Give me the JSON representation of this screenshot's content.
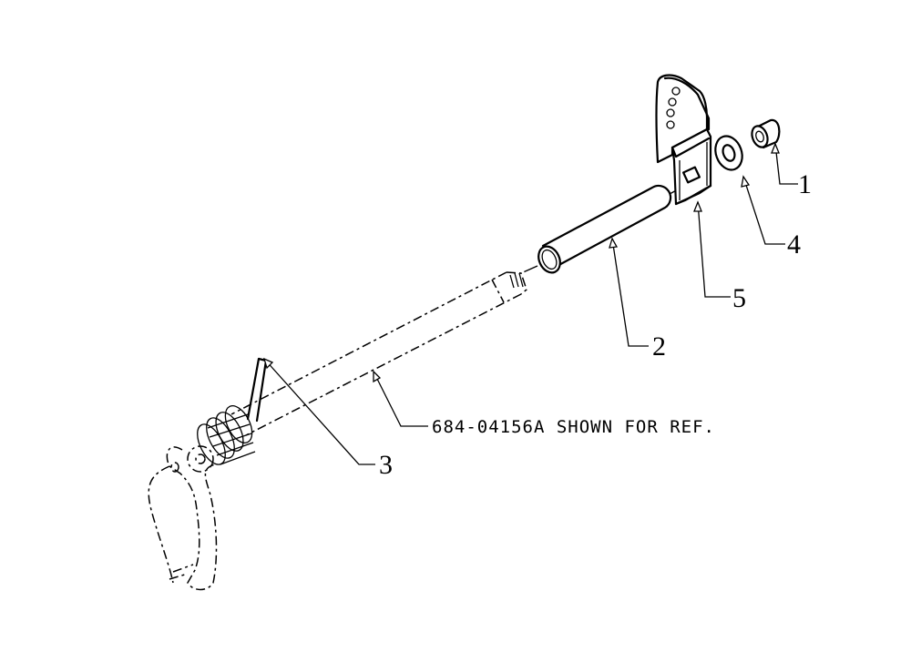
{
  "diagram": {
    "callouts": [
      {
        "id": "1",
        "label": "1"
      },
      {
        "id": "2",
        "label": "2"
      },
      {
        "id": "3",
        "label": "3"
      },
      {
        "id": "4",
        "label": "4"
      },
      {
        "id": "5",
        "label": "5"
      }
    ],
    "reference_note": "684-04156A SHOWN FOR REF."
  }
}
